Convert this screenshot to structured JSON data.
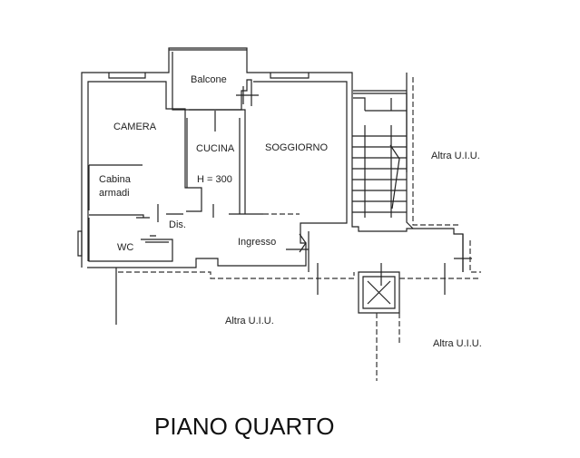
{
  "plan": {
    "rooms": {
      "balcone": "Balcone",
      "camera": "CAMERA",
      "cucina": "CUCINA",
      "height": "H = 300",
      "soggiorno": "SOGGIORNO",
      "cabina_1": "Cabina",
      "cabina_2": "armadi",
      "dis": "Dis.",
      "wc": "WC",
      "ingresso": "Ingresso"
    },
    "neighbors": {
      "right_top": "Altra U.I.U.",
      "bottom_center": "Altra U.I.U.",
      "bottom_right": "Altra U.I.U."
    },
    "title": "PIANO QUARTO"
  }
}
